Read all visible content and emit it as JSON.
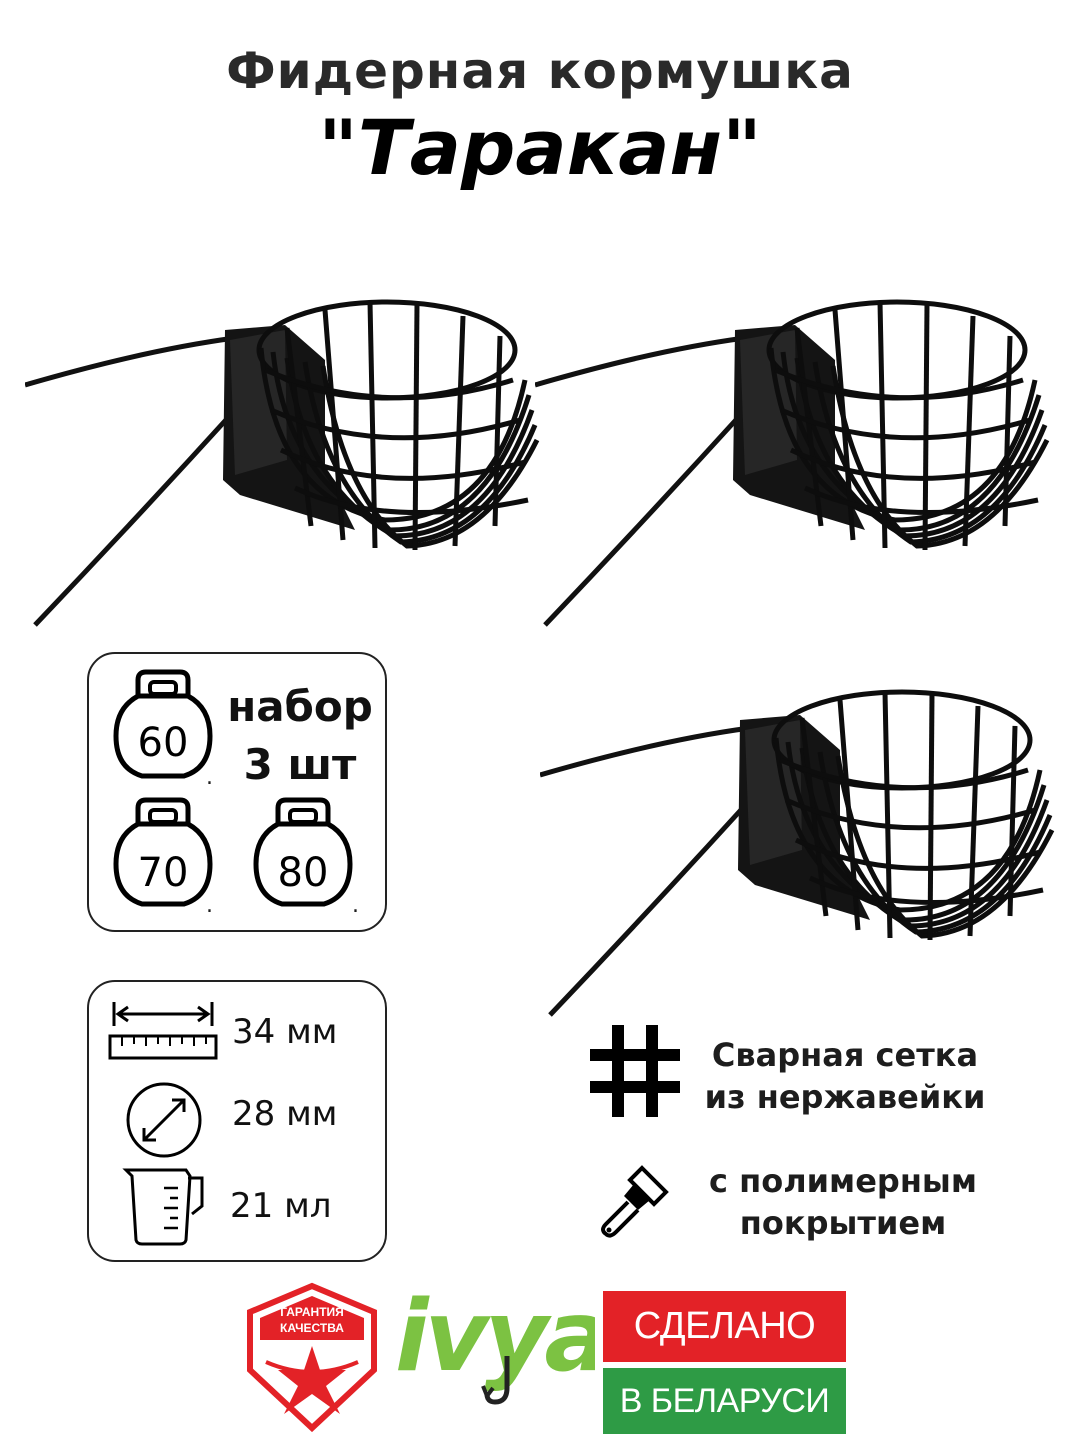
{
  "title": {
    "line1": "Фидерная кормушка",
    "line2": "\"Таракан\""
  },
  "set": {
    "label_line1": "набор",
    "label_line2": "3 шт",
    "weights": [
      "60",
      "70",
      "80"
    ],
    "unit_dot": "."
  },
  "dimensions": [
    {
      "icon": "ruller-icon",
      "text": "34 мм"
    },
    {
      "icon": "diameter-icon",
      "text": "28 мм"
    },
    {
      "icon": "measuring-cup-icon",
      "text": "21 мл"
    }
  ],
  "features": [
    {
      "icon": "grid-icon",
      "line1": "Сварная сетка",
      "line2": "из нержавейки"
    },
    {
      "icon": "paintbrush-icon",
      "line1": "с полимерным",
      "line2": "покрытием"
    }
  ],
  "badges": {
    "quality_line1": "ГАРАНТИЯ",
    "quality_line2": "КАЧЕСТВА",
    "brand": "ivya",
    "made_line1": "СДЕЛАНО",
    "made_line2": "В БЕЛАРУСИ"
  },
  "colors": {
    "red": "#e32227",
    "green": "#2e9b45",
    "brand_green": "#7cc242"
  }
}
